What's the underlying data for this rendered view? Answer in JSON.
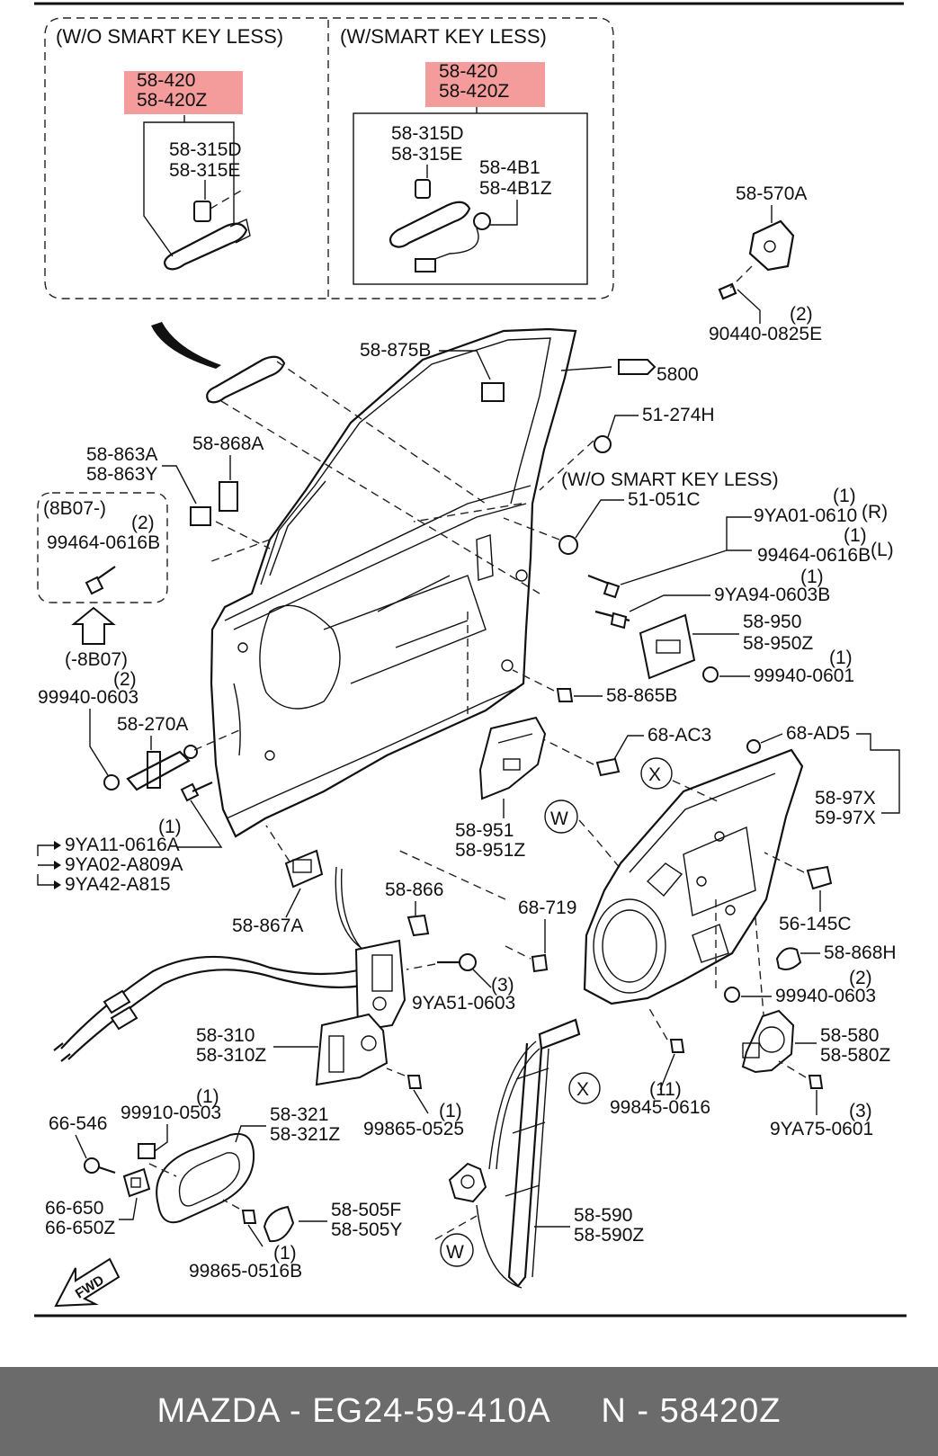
{
  "headers": {
    "wo_smart_key": "(W/O SMART KEY LESS)",
    "w_smart_key": "(W/SMART KEY LESS)",
    "wo_smart_key_small": "(W/O SMART KEY LESS)",
    "version_box": "(8B07-)",
    "version_arrow": "(-8B07)",
    "fwd": "FWD"
  },
  "highlight_color": "#f28a8a",
  "labels": {
    "p58_420_a": "58-420",
    "p58_420z_a": "58-420Z",
    "p58_315d_a": "58-315D",
    "p58_315e_a": "58-315E",
    "p58_420_b": "58-420",
    "p58_420z_b": "58-420Z",
    "p58_315d_b": "58-315D",
    "p58_315e_b": "58-315E",
    "p58_4b1": "58-4B1",
    "p58_4b1z": "58-4B1Z",
    "p58_570a": "58-570A",
    "q_90440": "(2)",
    "p90440": "90440-0825E",
    "p58_875b": "58-875B",
    "p5800": "5800",
    "p51_274h": "51-274H",
    "p51_051c": "51-051C",
    "p58_863a": "58-863A",
    "p58_863y": "58-863Y",
    "p58_868a": "58-868A",
    "q_99464a": "(2)",
    "p99464a": "99464-0616B",
    "q_9ya01": "(1)",
    "p9ya01": "9YA01-0610",
    "side_r": "(R)",
    "q_99464b": "(1)",
    "p99464b": "99464-0616B",
    "side_l": "(L)",
    "q_9ya94": "(1)",
    "p9ya94": "9YA94-0603B",
    "p58_950": "58-950",
    "p58_950z": "58-950Z",
    "q_99940a": "(1)",
    "p99940a": "99940-0601",
    "p58_865b": "58-865B",
    "q_99940b": "(2)",
    "p99940b": "99940-0603",
    "p58_270a": "58-270A",
    "p68_ac3": "68-AC3",
    "p68_ad5": "68-AD5",
    "p58_97x": "58-97X",
    "p59_97x": "59-97X",
    "circ_x": "X",
    "circ_w": "W",
    "p58_951": "58-951",
    "p58_951z": "58-951Z",
    "q_9ya11": "(1)",
    "p9ya11": "9YA11-0616A",
    "p9ya02": "9YA02-A809A",
    "p9ya42": "9YA42-A815",
    "p58_867a": "58-867A",
    "p58_866": "58-866",
    "p68_719": "68-719",
    "p56_145c": "56-145C",
    "p58_868h": "58-868H",
    "q_99940c": "(2)",
    "p99940c": "99940-0603",
    "q_9ya51": "(3)",
    "p9ya51": "9YA51-0603",
    "p58_310": "58-310",
    "p58_310z": "58-310Z",
    "p58_580": "58-580",
    "p58_580z": "58-580Z",
    "q_99865a": "(1)",
    "p99865a": "99865-0525",
    "q_99845": "(11)",
    "p99845": "99845-0616",
    "q_9ya75": "(3)",
    "p9ya75": "9YA75-0601",
    "p66_546": "66-546",
    "q_99910": "(1)",
    "p99910": "99910-0503",
    "p58_321": "58-321",
    "p58_321z": "58-321Z",
    "p66_650": "66-650",
    "p66_650z": "66-650Z",
    "p58_505f": "58-505F",
    "p58_505y": "58-505Y",
    "q_99865b": "(1)",
    "p99865b": "99865-0516B",
    "p58_590": "58-590",
    "p58_590z": "58-590Z"
  },
  "footer": {
    "brand": "MAZDA",
    "part_number": "EG24-59-410A",
    "oem_code": "58420Z",
    "text": "MAZDA - EG24-59-410A     N - 58420Z"
  }
}
